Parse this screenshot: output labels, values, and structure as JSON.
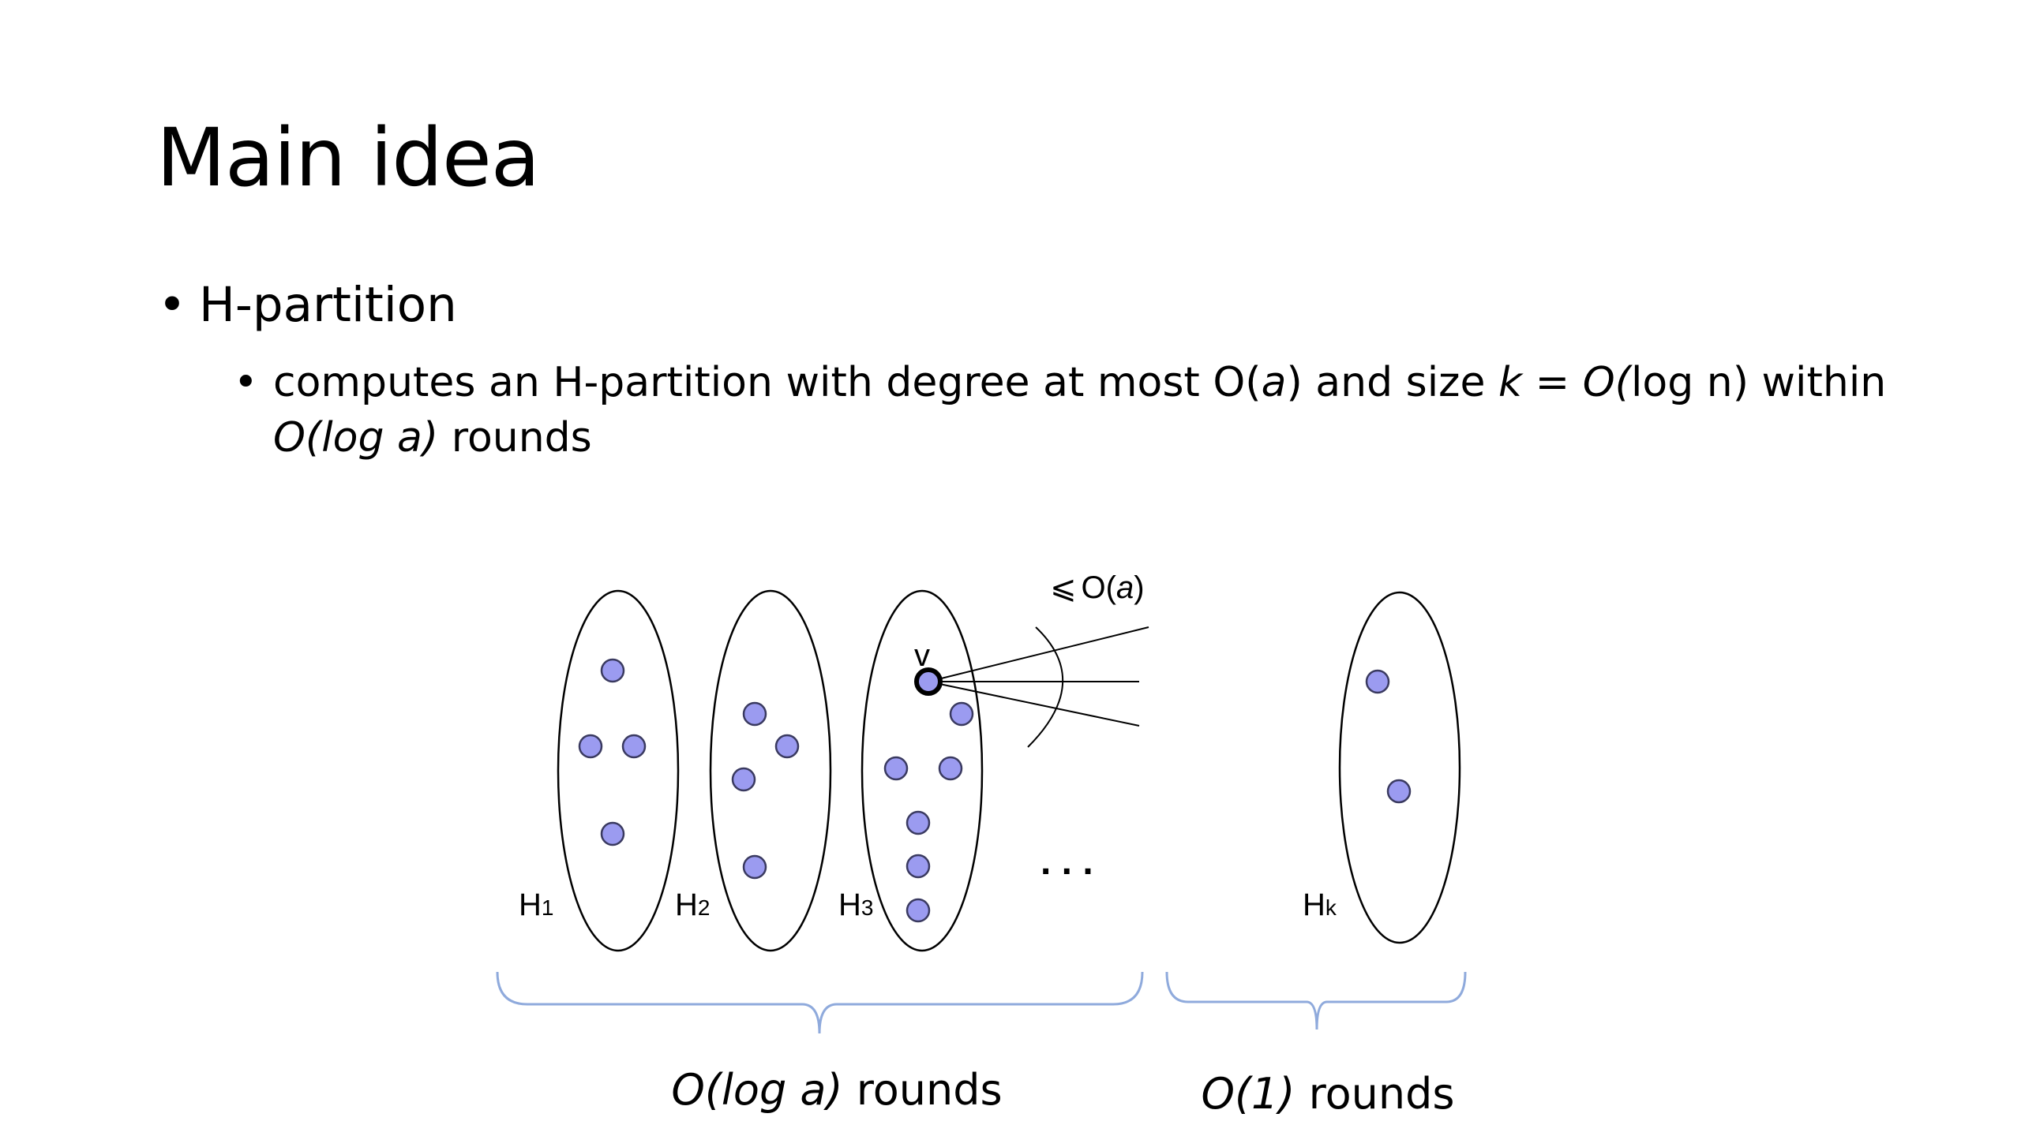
{
  "slide": {
    "title": "Main idea",
    "bullet1": "H-partition",
    "bullet_dot": "•",
    "bullet2": {
      "t1": "computes an H-partition with degree at most O(",
      "t2": "a",
      "t3": ") and size  ",
      "t4": "k",
      "t5": " = ",
      "t6": "O(",
      "t7": "log n) within",
      "t8": "O(log a)",
      "t9": " rounds"
    }
  },
  "diagram": {
    "partitions": [
      {
        "label_main": "H",
        "label_sub": "1",
        "vertex_count": 4
      },
      {
        "label_main": "H",
        "label_sub": "2",
        "vertex_count": 4
      },
      {
        "label_main": "H",
        "label_sub": "3",
        "vertex_count": 7
      },
      {
        "label_main": "H",
        "label_sub": "k",
        "vertex_count": 2
      }
    ],
    "vertex_label": "v",
    "degree_bound_symbol": "⩽",
    "degree_bound_prefix": "O(",
    "degree_bound_var": "a",
    "degree_bound_suffix": ")",
    "ellipsis": ". . .",
    "left_group_label_italic": "O(log a)",
    "left_group_label_rest": " rounds",
    "right_group_label_italic": "O(1)",
    "right_group_label_rest": " rounds",
    "colors": {
      "vertex_fill": "#9b9bf0",
      "vertex_stroke": "#3a3a60",
      "brace": "#8faadc",
      "ellipse_stroke": "#000000"
    }
  }
}
